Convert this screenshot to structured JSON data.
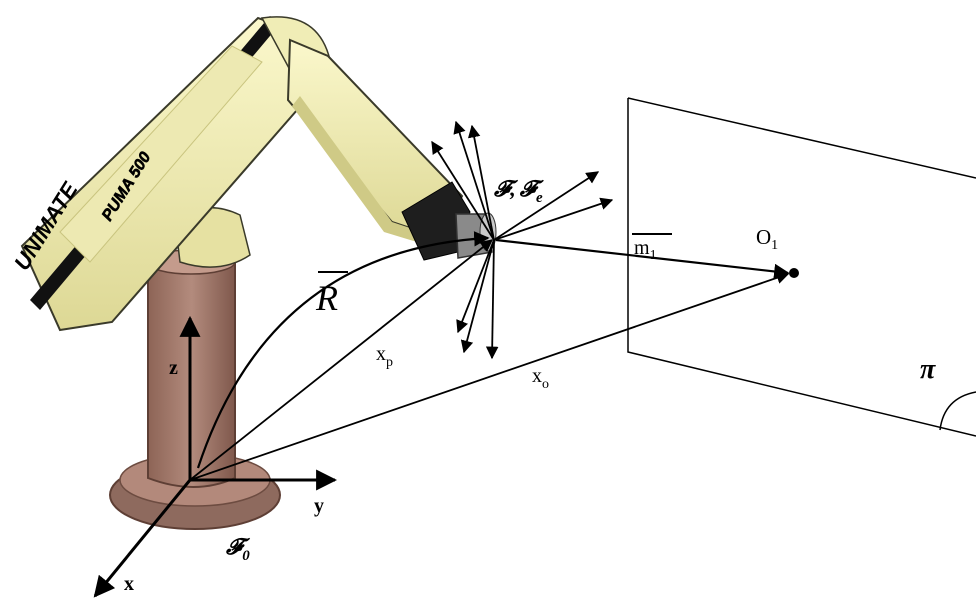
{
  "robot": {
    "brand": "UNIMATE",
    "model": "PUMA 500",
    "colors": {
      "arm": "#f2efb4",
      "arm_shadow": "#d9d58f",
      "pedestal": "#a27a6e",
      "pedestal_dark": "#7f584c",
      "gripper": "#1e1e1e",
      "brand_text": "#e32222"
    }
  },
  "labels": {
    "z_axis": "z",
    "y_axis": "y",
    "x_axis": "x",
    "base_frame": "𝓕",
    "base_frame_sub": "0",
    "tool_frame_a": "𝓕",
    "tool_frame_sep": ",",
    "tool_frame_b": "𝓕",
    "tool_frame_b_sub": "e",
    "rotation": "R",
    "xp": "x",
    "xp_sub": "p",
    "xo": "x",
    "xo_sub": "o",
    "m1": "m",
    "m1_sub": "1",
    "o1": "O",
    "o1_sub": "1",
    "plane": "π"
  }
}
